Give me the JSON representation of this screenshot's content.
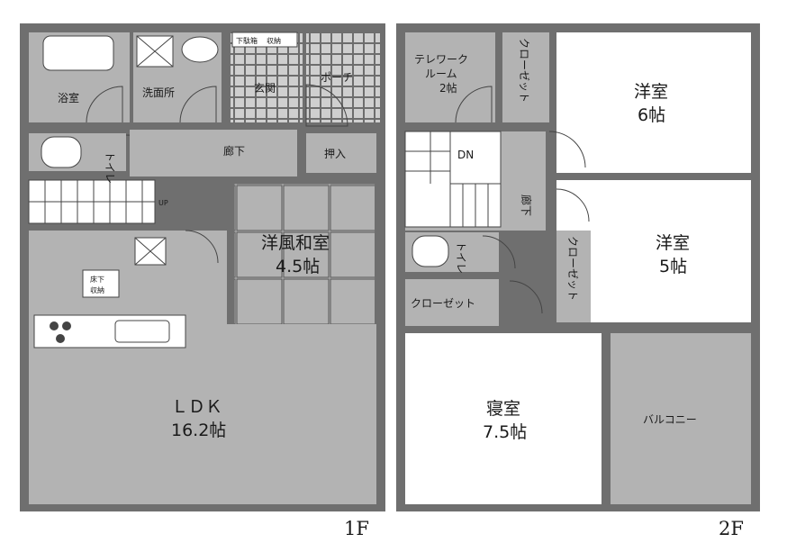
{
  "floor1": {
    "label": "1F",
    "rooms": {
      "bath": "浴室",
      "washroom": "洗面所",
      "entrance": "玄関",
      "porch": "ポーチ",
      "toilet": "トイレ",
      "hallway": "廊下",
      "storage": "押入",
      "stairs_up": "UP",
      "japanese_room": "洋風和室",
      "japanese_room_size": "4.5帖",
      "pantry_line1": "床下",
      "pantry_line2": "収納",
      "ldk": "ＬＤＫ",
      "ldk_size": "16.2帖",
      "shoe_box_1": "下駄箱",
      "shoe_box_2": "収納"
    }
  },
  "floor2": {
    "label": "2F",
    "rooms": {
      "telework_line1": "テレワーク",
      "telework_line2": "ルーム",
      "telework_size": "2帖",
      "closet_top": "クローゼット",
      "western1": "洋室",
      "western1_size": "6帖",
      "stairs_down": "DN",
      "hallway": "廊下",
      "western2": "洋室",
      "western2_size": "5帖",
      "closet_mid": "クローゼット",
      "toilet": "トイレ",
      "closet_hall": "クローゼット",
      "bedroom": "寝室",
      "bedroom_size": "7.5帖",
      "balcony": "バルコニー"
    }
  }
}
